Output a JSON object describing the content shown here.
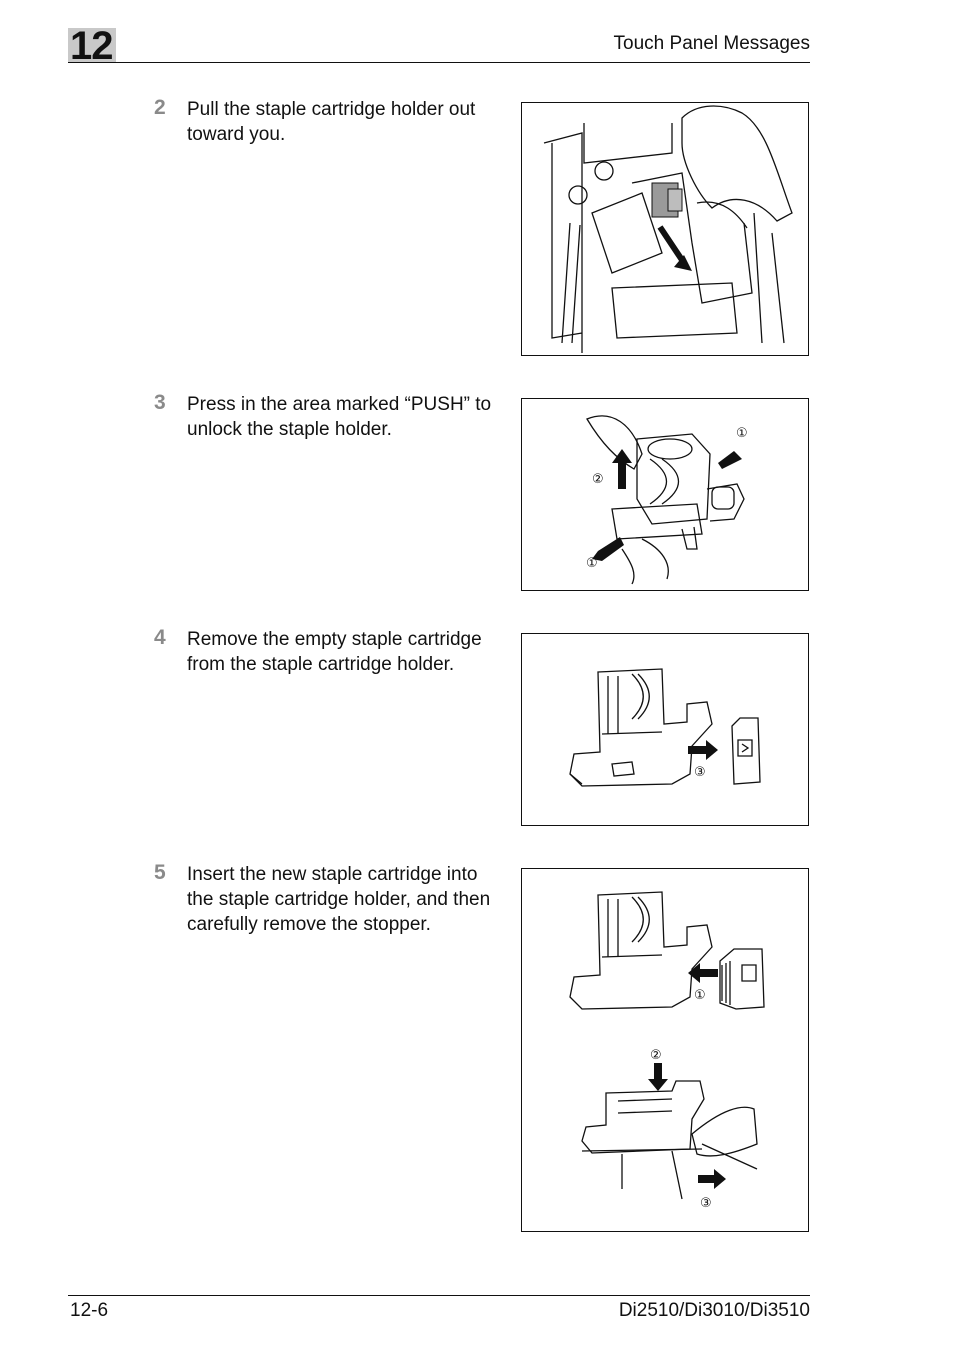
{
  "header": {
    "chapter_number": "12",
    "title": "Touch Panel Messages"
  },
  "steps": [
    {
      "number": "2",
      "text": "Pull the staple cartridge holder out toward you."
    },
    {
      "number": "3",
      "text": "Press in the area marked “PUSH” to unlock the staple holder."
    },
    {
      "number": "4",
      "text": "Remove the empty staple cartridge from the staple cartridge holder."
    },
    {
      "number": "5",
      "text": "Insert the new staple cartridge into the staple cartridge holder, and then carefully remove the stopper."
    }
  ],
  "figures": {
    "fig3": {
      "callouts": [
        "①",
        "②",
        "①"
      ]
    },
    "fig4": {
      "callouts": [
        "③"
      ]
    },
    "fig5": {
      "callouts": [
        "①",
        "②",
        "③"
      ]
    }
  },
  "footer": {
    "page": "12-6",
    "model": "Di2510/Di3010/Di3510"
  }
}
